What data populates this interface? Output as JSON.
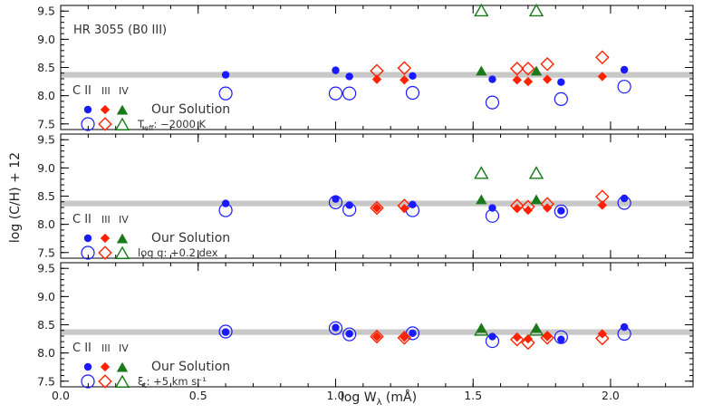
{
  "chart_data": {
    "type": "scatter",
    "xlabel": "log Wλ (mÅ)",
    "ylabel": "log (C/H) + 12",
    "xlim": [
      0.0,
      2.3
    ],
    "ylim": [
      7.4,
      9.6
    ],
    "xticks": [
      "0.0",
      "0.5",
      "1.0",
      "1.5",
      "2.0"
    ],
    "yticks": [
      "7.5",
      "8.0",
      "8.5",
      "9.0",
      "9.5"
    ],
    "solar_band": [
      8.32,
      8.42
    ],
    "colors": {
      "CII": "#1a1aff",
      "CIII": "#ff2200",
      "CIV": "#1a7a1a",
      "band": "#c8c8c8"
    },
    "base_solution": {
      "CII": [
        [
          0.6,
          8.37
        ],
        [
          1.0,
          8.45
        ],
        [
          1.05,
          8.34
        ],
        [
          1.28,
          8.35
        ],
        [
          1.57,
          8.29
        ],
        [
          1.82,
          8.24
        ],
        [
          2.05,
          8.46
        ]
      ],
      "CIII": [
        [
          1.15,
          8.29
        ],
        [
          1.25,
          8.28
        ],
        [
          1.66,
          8.28
        ],
        [
          1.7,
          8.25
        ],
        [
          1.77,
          8.29
        ],
        [
          1.97,
          8.34
        ]
      ],
      "CIV": [
        [
          1.53,
          8.43
        ],
        [
          1.73,
          8.43
        ]
      ]
    },
    "panels": [
      {
        "star": "HR 3055  (B0 III)",
        "ions": [
          "C II",
          "III",
          "IV"
        ],
        "legend_label": "Our Solution",
        "perturbation_symbol": "T",
        "perturbation_sub": "eff",
        "perturbation_value": ":  −2000 K",
        "perturbed": {
          "CII": [
            [
              0.6,
              8.04
            ],
            [
              1.0,
              8.04
            ],
            [
              1.05,
              8.04
            ],
            [
              1.28,
              8.05
            ],
            [
              1.57,
              7.88
            ],
            [
              1.82,
              7.94
            ],
            [
              2.05,
              8.16
            ]
          ],
          "CIII": [
            [
              1.15,
              8.44
            ],
            [
              1.25,
              8.49
            ],
            [
              1.66,
              8.48
            ],
            [
              1.7,
              8.48
            ],
            [
              1.77,
              8.56
            ],
            [
              1.97,
              8.68
            ]
          ],
          "CIV": [
            [
              1.53,
              9.5
            ],
            [
              1.73,
              9.5
            ]
          ]
        }
      },
      {
        "star": "",
        "ions": [
          "C II",
          "III",
          "IV"
        ],
        "legend_label": "Our Solution",
        "perturbation_symbol": "log g",
        "perturbation_sub": "",
        "perturbation_value": ":  +0.2 dex",
        "perturbed": {
          "CII": [
            [
              0.6,
              8.25
            ],
            [
              1.0,
              8.39
            ],
            [
              1.05,
              8.26
            ],
            [
              1.28,
              8.25
            ],
            [
              1.57,
              8.15
            ],
            [
              1.82,
              8.23
            ],
            [
              2.05,
              8.38
            ]
          ],
          "CIII": [
            [
              1.15,
              8.29
            ],
            [
              1.25,
              8.33
            ],
            [
              1.66,
              8.33
            ],
            [
              1.7,
              8.31
            ],
            [
              1.77,
              8.36
            ],
            [
              1.97,
              8.49
            ]
          ],
          "CIV": [
            [
              1.53,
              8.9
            ],
            [
              1.73,
              8.9
            ]
          ]
        }
      },
      {
        "star": "",
        "ions": [
          "C II",
          "III",
          "IV"
        ],
        "legend_label": "Our Solution",
        "perturbation_symbol": "ξ",
        "perturbation_sub": "t",
        "perturbation_value": ":  +5 km s⁻¹",
        "perturbed": {
          "CII": [
            [
              0.6,
              8.38
            ],
            [
              1.0,
              8.44
            ],
            [
              1.05,
              8.33
            ],
            [
              1.28,
              8.35
            ],
            [
              1.57,
              8.21
            ],
            [
              1.82,
              8.28
            ],
            [
              2.05,
              8.34
            ]
          ],
          "CIII": [
            [
              1.15,
              8.29
            ],
            [
              1.25,
              8.27
            ],
            [
              1.66,
              8.24
            ],
            [
              1.7,
              8.18
            ],
            [
              1.77,
              8.27
            ],
            [
              1.97,
              8.26
            ]
          ],
          "CIV": [
            [
              1.53,
              8.4
            ],
            [
              1.73,
              8.4
            ]
          ]
        }
      }
    ]
  }
}
